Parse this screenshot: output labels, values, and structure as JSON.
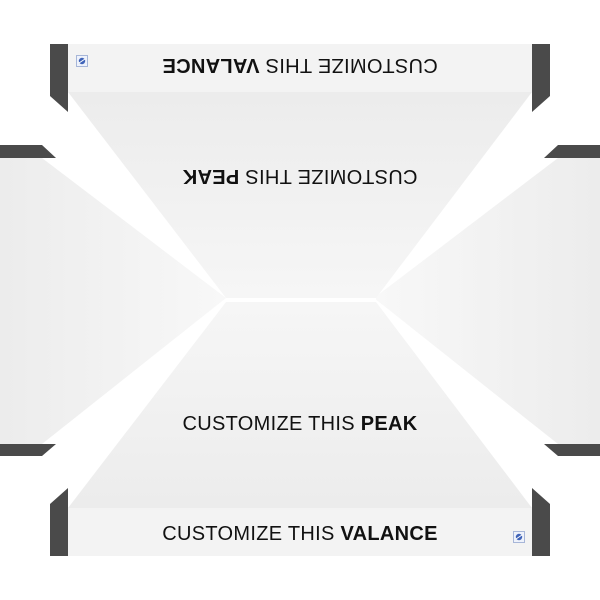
{
  "labels": {
    "top_valance_prefix": "CUSTOMIZE THIS ",
    "top_valance_emph": "VALANCE",
    "top_peak_prefix": "CUSTOMIZE THIS ",
    "top_peak_emph": "PEAK",
    "bottom_peak_prefix": "CUSTOMIZE THIS ",
    "bottom_peak_emph": "PEAK",
    "bottom_valance_prefix": "CUSTOMIZE THIS ",
    "bottom_valance_emph": "VALANCE"
  },
  "icons": {
    "brand_logo_top": "brand-logo-icon",
    "brand_logo_bottom": "brand-logo-icon"
  },
  "colors": {
    "panel_light": "#efefef",
    "panel_mid": "#e8e8e8",
    "valance_strip": "#f3f3f3",
    "frame_dark": "#4a4a4a",
    "text": "#111111"
  }
}
